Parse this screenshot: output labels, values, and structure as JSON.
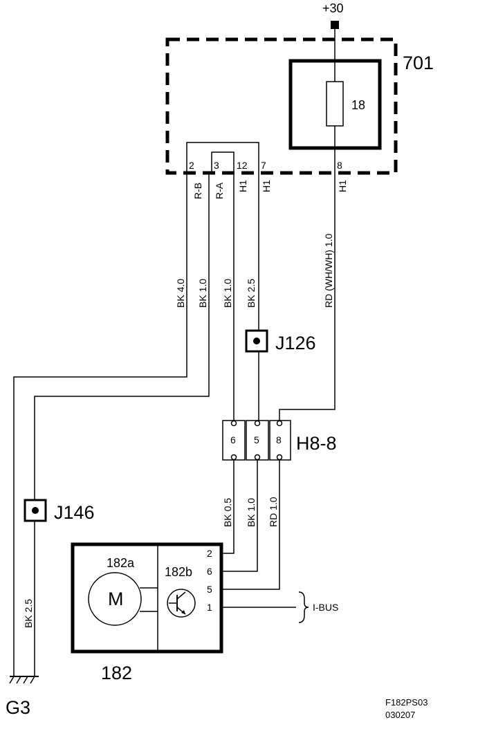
{
  "power": {
    "label": "+30"
  },
  "unit_701": {
    "label": "701",
    "fuse_label": "18",
    "pins": [
      "2",
      "3",
      "12",
      "7",
      "8"
    ],
    "pin_wire_labels": [
      "R-B",
      "R-A",
      "H1",
      "H1",
      "H1"
    ]
  },
  "wires": {
    "w1": "BK  4.0",
    "w2": "BK  1.0",
    "w3": "BK  1.0",
    "w4": "BK  2.5",
    "w5": "RD  (WH/WH)  1.0",
    "w6": "BK  0.5",
    "w7": "BK  1.0",
    "w8": "RD  1.0",
    "ground_wire": "BK  2.5"
  },
  "splices": {
    "j126": "J126",
    "j146": "J146"
  },
  "connector": {
    "label": "H8-8",
    "pins": [
      "6",
      "5",
      "8"
    ]
  },
  "component_182": {
    "label": "182",
    "motor_label": "182a",
    "motor_symbol": "M",
    "module_label": "182b",
    "pins": [
      "2",
      "6",
      "5",
      "1"
    ]
  },
  "ibus": {
    "label": "I-BUS"
  },
  "ground": {
    "label": "G3"
  },
  "figure": {
    "code": "F182PS03",
    "date": "030207"
  }
}
